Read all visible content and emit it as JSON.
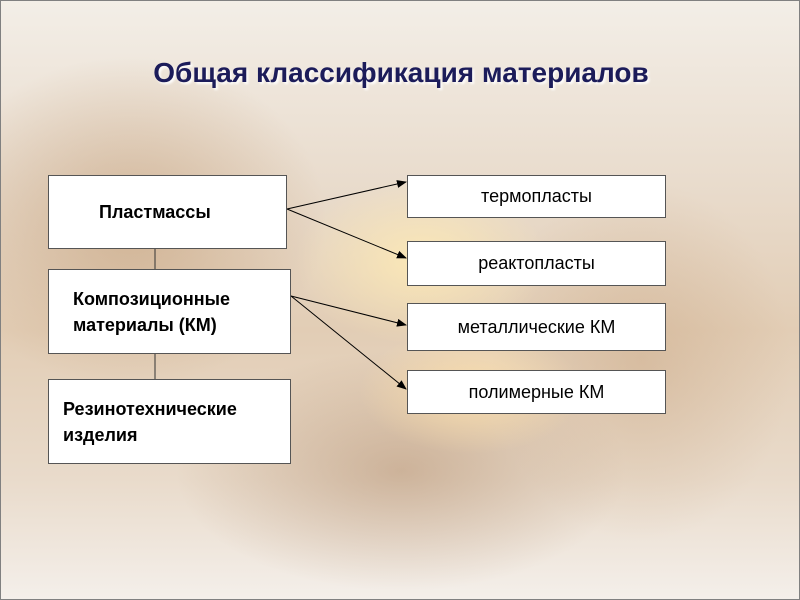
{
  "title": "Общая классификация материалов",
  "categories": [
    {
      "label": "Пластмассы"
    },
    {
      "label": "Композиционные материалы (КМ)"
    },
    {
      "label": "Резинотехнические изделия"
    }
  ],
  "subtypes": [
    {
      "label": "термопласты",
      "parent": "Пластмассы"
    },
    {
      "label": "реактопласты",
      "parent": "Пластмассы"
    },
    {
      "label": "металлические КМ",
      "parent": "Композиционные материалы (КМ)"
    },
    {
      "label": "полимерные КМ",
      "parent": "Композиционные материалы (КМ)"
    }
  ]
}
